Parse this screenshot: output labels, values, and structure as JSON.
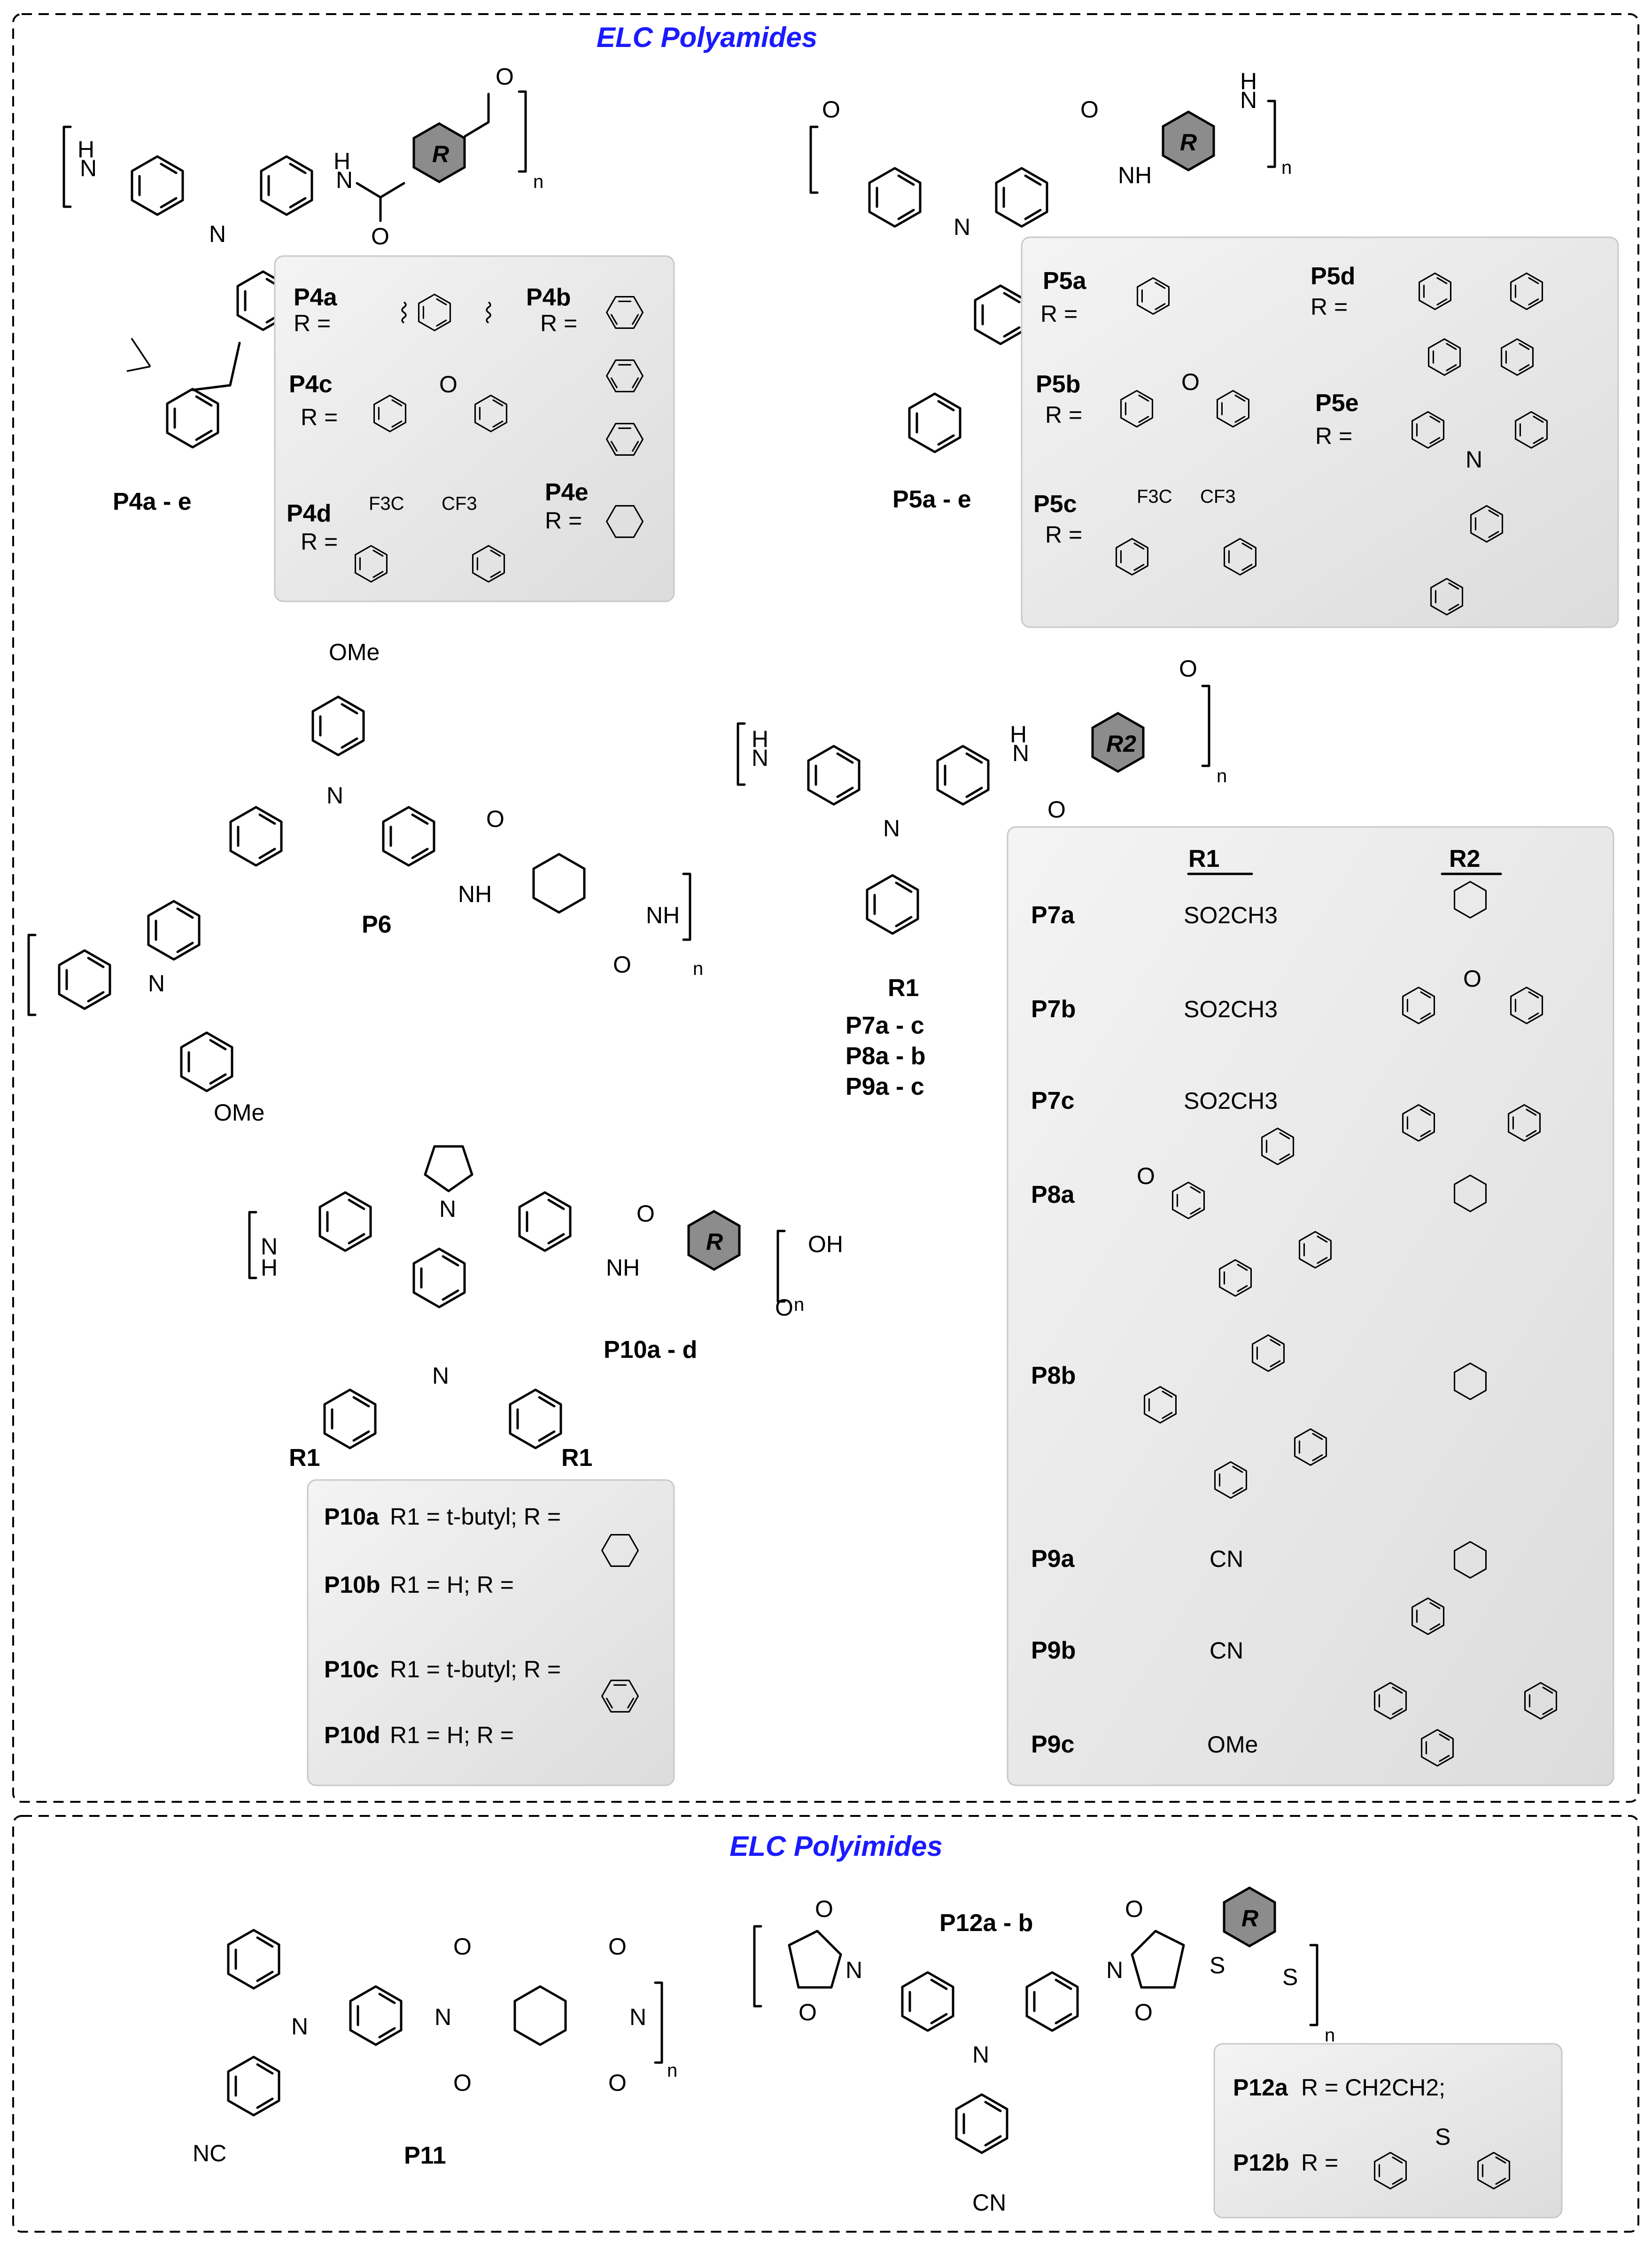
{
  "sections": {
    "polyamides_title": "ELC Polyamides",
    "polyimides_title": "ELC Polyimides"
  },
  "compounds": {
    "p4": {
      "series_label": "P4a - e",
      "entries": [
        {
          "id": "P4a",
          "r_label": "R ="
        },
        {
          "id": "P4b",
          "r_label": "R ="
        },
        {
          "id": "P4c",
          "r_label": "R ="
        },
        {
          "id": "P4d",
          "r_label": "R =",
          "substituents": [
            "F3C",
            "CF3"
          ]
        },
        {
          "id": "P4e",
          "r_label": "R ="
        }
      ]
    },
    "p5": {
      "series_label": "P5a - e",
      "entries": [
        {
          "id": "P5a",
          "r_label": "R ="
        },
        {
          "id": "P5b",
          "r_label": "R ="
        },
        {
          "id": "P5c",
          "r_label": "R =",
          "substituents": [
            "F3C",
            "CF3"
          ]
        },
        {
          "id": "P5d",
          "r_label": "R ="
        },
        {
          "id": "P5e",
          "r_label": "R ="
        }
      ]
    },
    "p6": {
      "label": "P6",
      "substituent": "OMe"
    },
    "p7_9": {
      "series_labels": [
        "P7a - c",
        "P8a - b",
        "P9a - c"
      ],
      "r1_header": "R1",
      "r2_header": "R2",
      "rows": [
        {
          "id": "P7a",
          "r1": "SO2CH3"
        },
        {
          "id": "P7b",
          "r1": "SO2CH3"
        },
        {
          "id": "P7c",
          "r1": "SO2CH3"
        },
        {
          "id": "P8a",
          "r1": ""
        },
        {
          "id": "P8b",
          "r1": ""
        },
        {
          "id": "P9a",
          "r1": "CN"
        },
        {
          "id": "P9b",
          "r1": "CN"
        },
        {
          "id": "P9c",
          "r1": "OMe"
        }
      ]
    },
    "p10": {
      "series_label": "P10a - d",
      "entries": [
        {
          "id": "P10a",
          "desc": "R1 = t-butyl; R ="
        },
        {
          "id": "P10b",
          "desc": "R1 = H; R ="
        },
        {
          "id": "P10c",
          "desc": "R1 = t-butyl; R ="
        },
        {
          "id": "P10d",
          "desc": "R1 = H; R ="
        }
      ]
    },
    "p11": {
      "label": "P11",
      "substituent": "NC"
    },
    "p12": {
      "series_label": "P12a - b",
      "substituent": "CN",
      "entries": [
        {
          "id": "P12a",
          "desc": "R = CH2CH2;"
        },
        {
          "id": "P12b",
          "desc": "R ="
        }
      ]
    }
  },
  "atom_labels": {
    "n": "N",
    "nh": "NH",
    "h": "H",
    "o": "O",
    "s": "S",
    "r": "R",
    "r1": "R1",
    "r2": "R2",
    "oh": "OH",
    "sub_n": "n"
  },
  "colors": {
    "title_blue": "#1a1aff",
    "panel_gray": "#e6e6e6",
    "ring_fill": "#8c8c8c"
  }
}
